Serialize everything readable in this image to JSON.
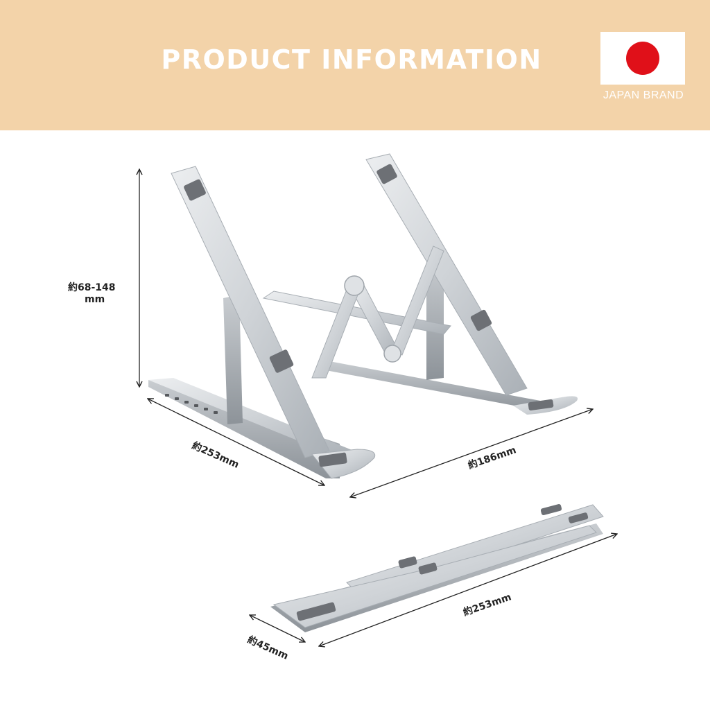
{
  "header": {
    "title": "PRODUCT INFORMATION",
    "brand_label": "JAPAN BRAND",
    "flag_icon": "japan-flag-icon"
  },
  "colors": {
    "banner": "#f3d3a9",
    "flag_red": "#e01019",
    "metal": "#cfd3d7",
    "pad": "#6d7075"
  },
  "product": {
    "image_icon": "laptop-stand-icon",
    "dimensions": {
      "height_line1": "約68-148",
      "height_line2": "mm",
      "base_length": "約253mm",
      "base_width": "約186mm",
      "folded_length": "約253mm",
      "folded_thickness": "約45mm"
    }
  }
}
